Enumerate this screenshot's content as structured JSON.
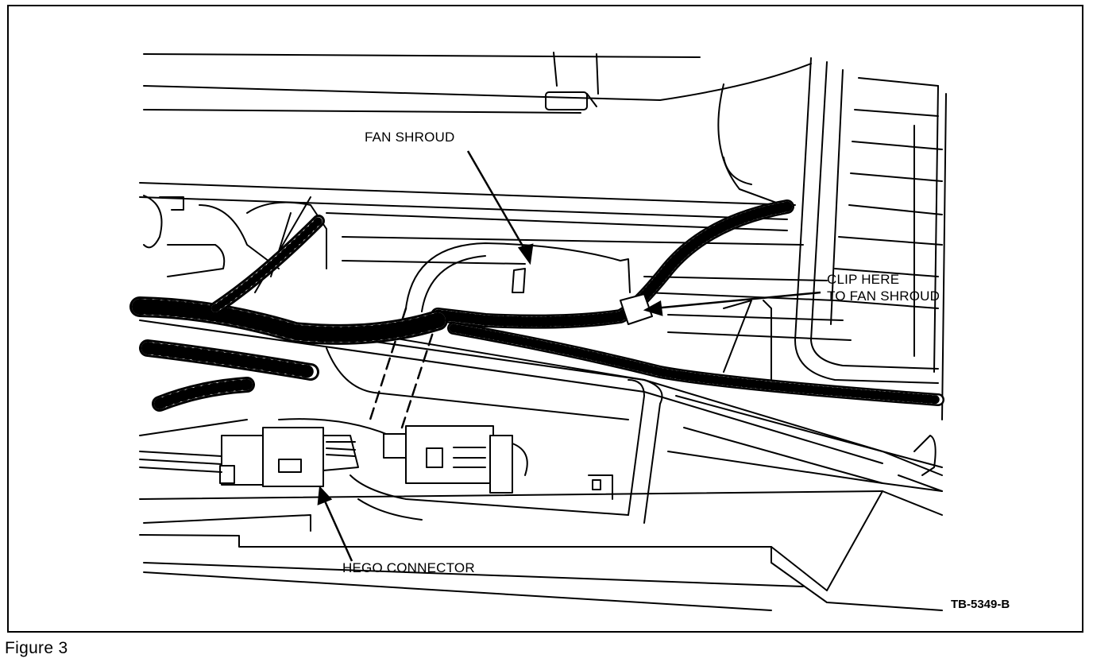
{
  "labels": {
    "fan_shroud": "FAN SHROUD",
    "clip_line1": "CLIP HERE",
    "clip_line2": "TO FAN SHROUD",
    "hego_connector": "HEGO CONNECTOR"
  },
  "reference_code": "TB-5349-B",
  "caption": "Figure 3",
  "colors": {
    "ink": "#000000",
    "paper": "#ffffff"
  }
}
